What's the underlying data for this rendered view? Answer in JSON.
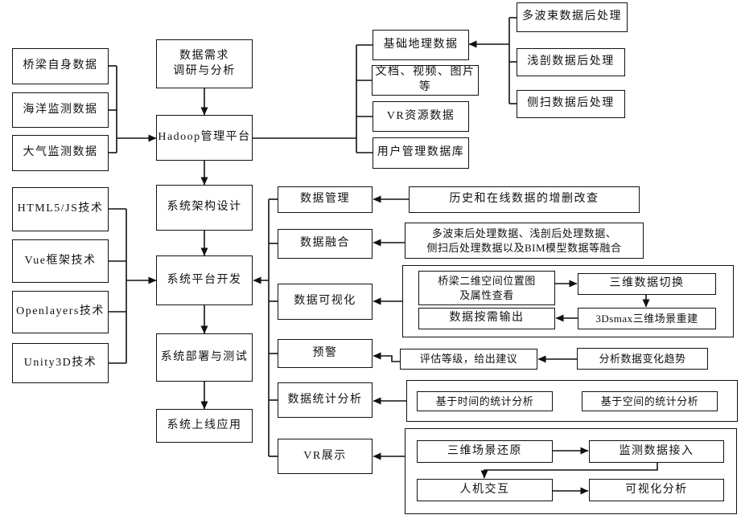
{
  "nodes": {
    "bridge_data": "桥梁自身数据",
    "ocean_data": "海洋监测数据",
    "atmos_data": "大气监测数据",
    "demand": "数据需求\n调研与分析",
    "hadoop": "Hadoop管理平台",
    "geo_data": "基础地理数据",
    "docs": "文档、视频、图片等",
    "vr_data": "VR资源数据",
    "user_db": "用户管理数据库",
    "multibeam": "多波束数据后处理",
    "shallow": "浅剖数据后处理",
    "sidescan": "侧扫数据后处理",
    "html5": "HTML5/JS技术",
    "vue": "Vue框架技术",
    "openlayers": "Openlayers技术",
    "unity": "Unity3D技术",
    "arch": "系统架构设计",
    "dev": "系统平台开发",
    "deploy": "系统部署与测试",
    "online": "系统上线应用",
    "data_mgmt": "数据管理",
    "crud": "历史和在线数据的增删改查",
    "data_fusion": "数据融合",
    "fusion_desc": "多波束后处理数据、浅剖后处理数据、\n侧扫后处理数据以及BIM模型数据等融合",
    "data_vis": "数据可视化",
    "bridge2d": "桥梁二维空间位置图\n及属性查看",
    "switch3d": "三维数据切换",
    "output": "数据按需输出",
    "max3d": "3Dsmax三维场景重建",
    "warning": "预警",
    "assess": "评估等级，给出建议",
    "trend": "分析数据变化趋势",
    "stats": "数据统计分析",
    "time_stats": "基于时间的统计分析",
    "space_stats": "基于空间的统计分析",
    "vr_show": "VR展示",
    "scene_restore": "三维场景还原",
    "monitor_access": "监测数据接入",
    "hci": "人机交互",
    "vis_analysis": "可视化分析"
  },
  "colors": {
    "line": "#111111",
    "box_bg": "#ffffff"
  }
}
